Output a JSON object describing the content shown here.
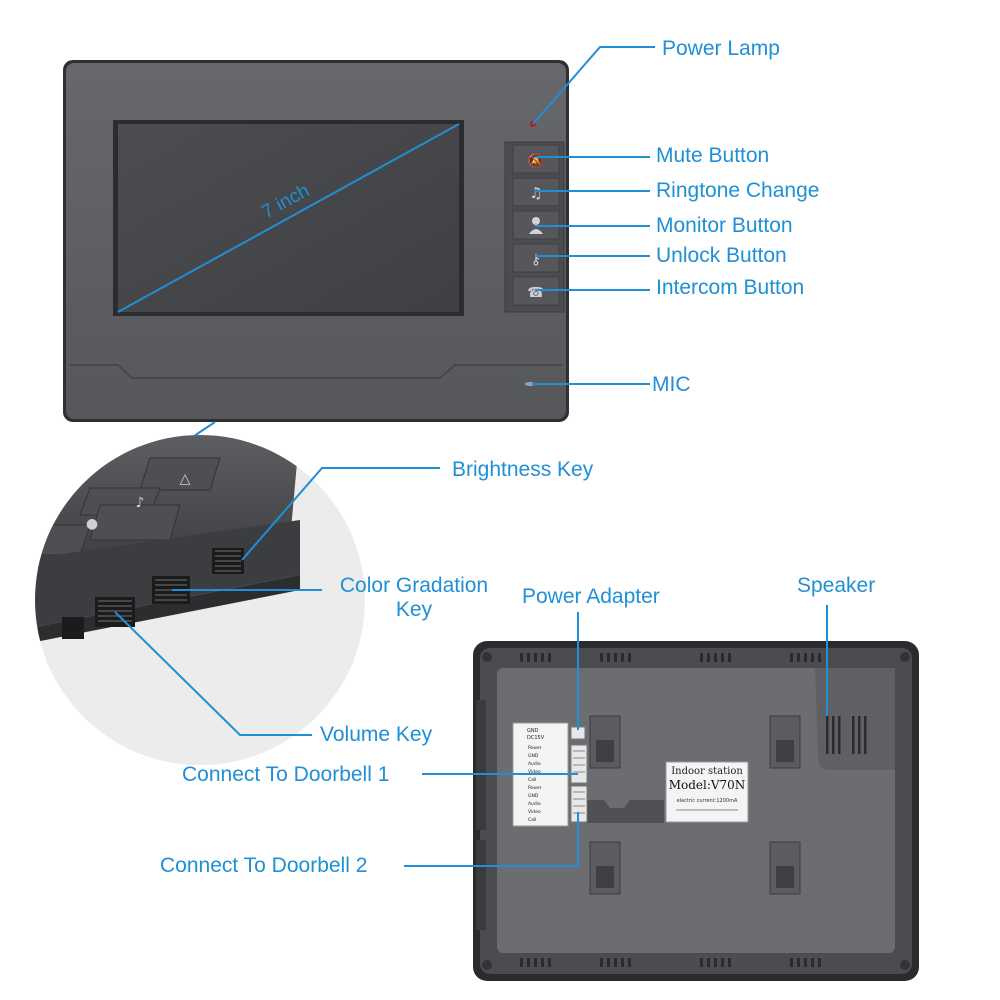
{
  "labels": {
    "power_lamp": "Power Lamp",
    "mute_button": "Mute Button",
    "ringtone_change": "Ringtone Change",
    "monitor_button": "Monitor Button",
    "unlock_button": "Unlock Button",
    "intercom_button": "Intercom Button",
    "mic": "MIC",
    "brightness_key": "Brightness Key",
    "color_gradation_line1": "Color Gradation",
    "color_gradation_line2": "Key",
    "power_adapter": "Power Adapter",
    "speaker": "Speaker",
    "volume_key": "Volume Key",
    "doorbell1": "Connect To Doorbell 1",
    "doorbell2": "Connect To Doorbell 2"
  },
  "screen": {
    "size_text": "7 inch"
  },
  "back_label": {
    "line1": "Indoor station",
    "line2": "Model:V70N",
    "line3": "electric current:1200mA"
  },
  "terminal": {
    "gnd": "GND",
    "v": "DC15V",
    "rows": [
      "Power",
      "GND",
      "Audio",
      "Video",
      "Call",
      "Power",
      "GND",
      "Audio",
      "Video",
      "Call"
    ]
  },
  "colors": {
    "callout": "#1f8fd6",
    "device_body": "#5a5c60",
    "screen": "#47484b",
    "back_panel": "#6b6d71"
  }
}
